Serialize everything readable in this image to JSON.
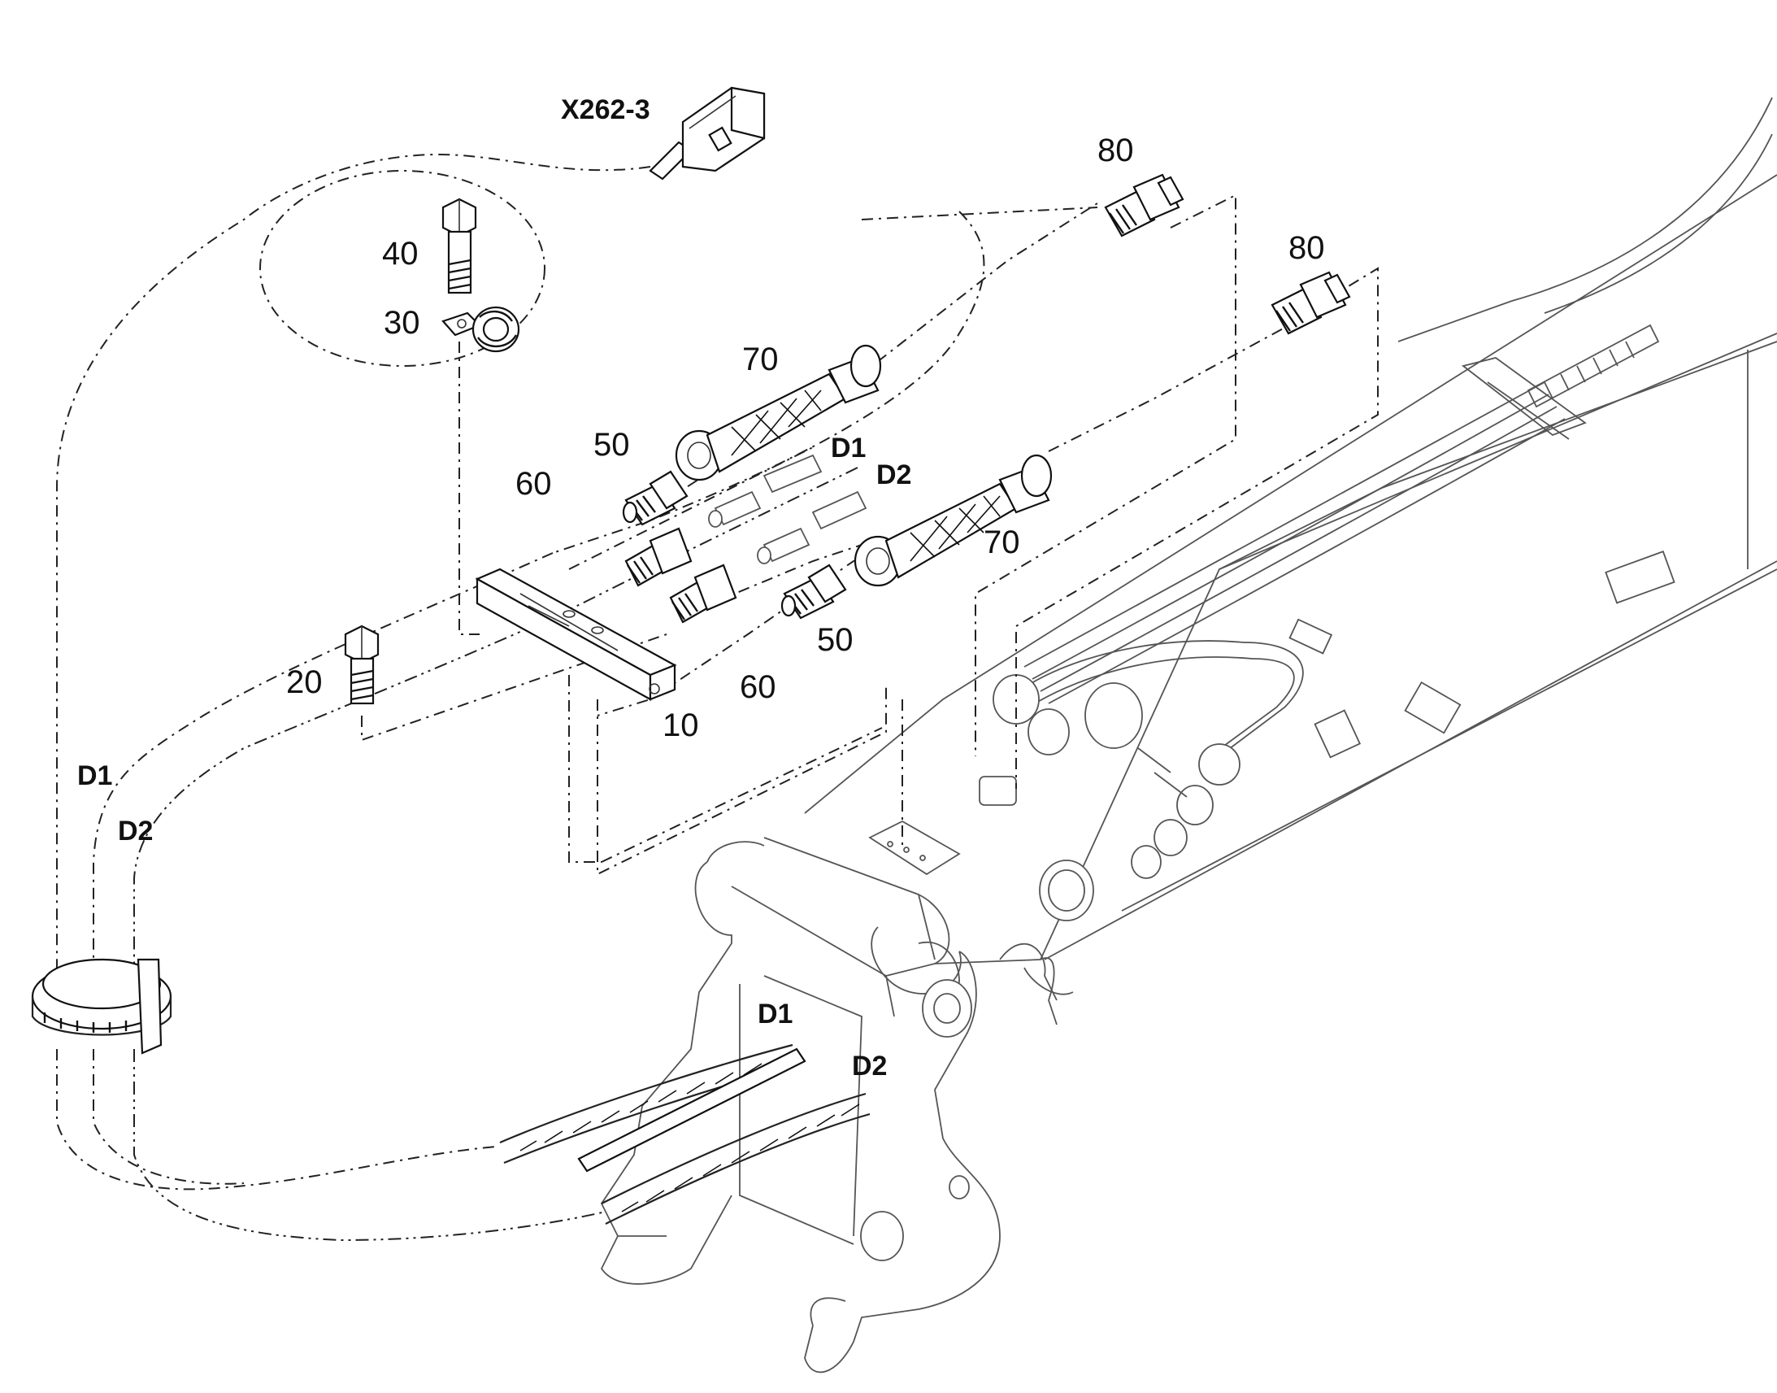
{
  "diagram": {
    "connector_label": "X262-3",
    "part_labels": {
      "p10": "10",
      "p20": "20",
      "p30": "30",
      "p40": "40",
      "p50a": "50",
      "p50b": "50",
      "p60a": "60",
      "p60b": "60",
      "p70a": "70",
      "p70b": "70",
      "p80a": "80",
      "p80b": "80"
    },
    "line_labels": {
      "d1_hose": "D1",
      "d2_hose": "D2",
      "d1_left": "D1",
      "d2_left": "D2",
      "d1_mount": "D1",
      "d2_mount": "D2"
    }
  }
}
